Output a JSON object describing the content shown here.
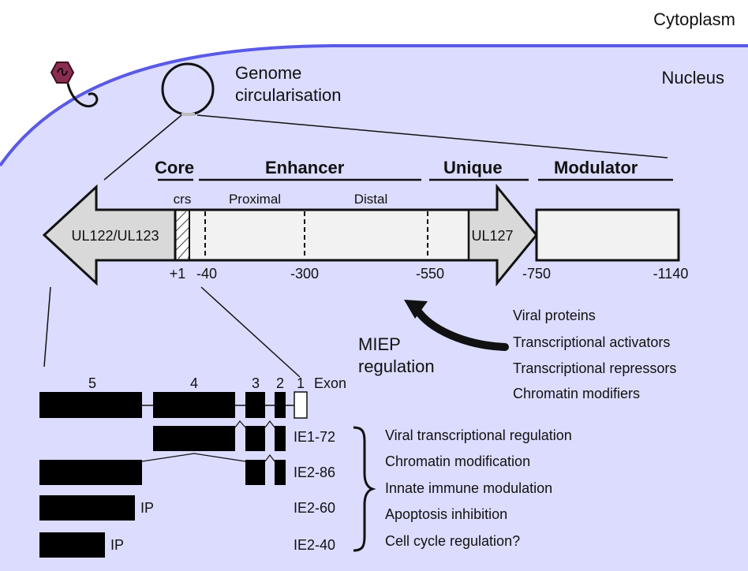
{
  "compartments": {
    "cytoplasm_label": "Cytoplasm",
    "nucleus_label": "Nucleus",
    "genome_line1": "Genome",
    "genome_line2": "circularisation"
  },
  "colors": {
    "nucleus_fill": "#dcdcff",
    "membrane": "#5a5ae6",
    "virion": "#8b2d52",
    "virion_dark": "#3a1020",
    "arrow_fill": "#d9d9d9",
    "box_fill": "#f2f2f2",
    "exon_black": "#000000"
  },
  "regions": {
    "core": "Core",
    "enhancer": "Enhancer",
    "unique": "Unique",
    "modulator": "Modulator"
  },
  "promoter": {
    "left_gene": "UL122/UL123",
    "right_gene": "UL127",
    "crs": "crs",
    "proximal": "Proximal",
    "distal": "Distal",
    "positions": [
      "+1",
      "-40",
      "-300",
      "-550",
      "-750",
      "-1140"
    ]
  },
  "regulation": {
    "line1": "MIEP",
    "line2": "regulation",
    "factors": [
      "Viral proteins",
      "Transcriptional activators",
      "Transcriptional repressors",
      "Chromatin modifiers"
    ]
  },
  "exons": {
    "numbers": [
      "5",
      "4",
      "3",
      "2",
      "1"
    ],
    "label": "Exon"
  },
  "transcripts": {
    "names": [
      "IE1-72",
      "IE2-86",
      "IE2-60",
      "IE2-40"
    ],
    "ip_labels": [
      "IP",
      "IP"
    ]
  },
  "functions": [
    "Viral transcriptional regulation",
    "Chromatin modification",
    "Innate immune modulation",
    "Apoptosis inhibition",
    "Cell cycle regulation?"
  ]
}
